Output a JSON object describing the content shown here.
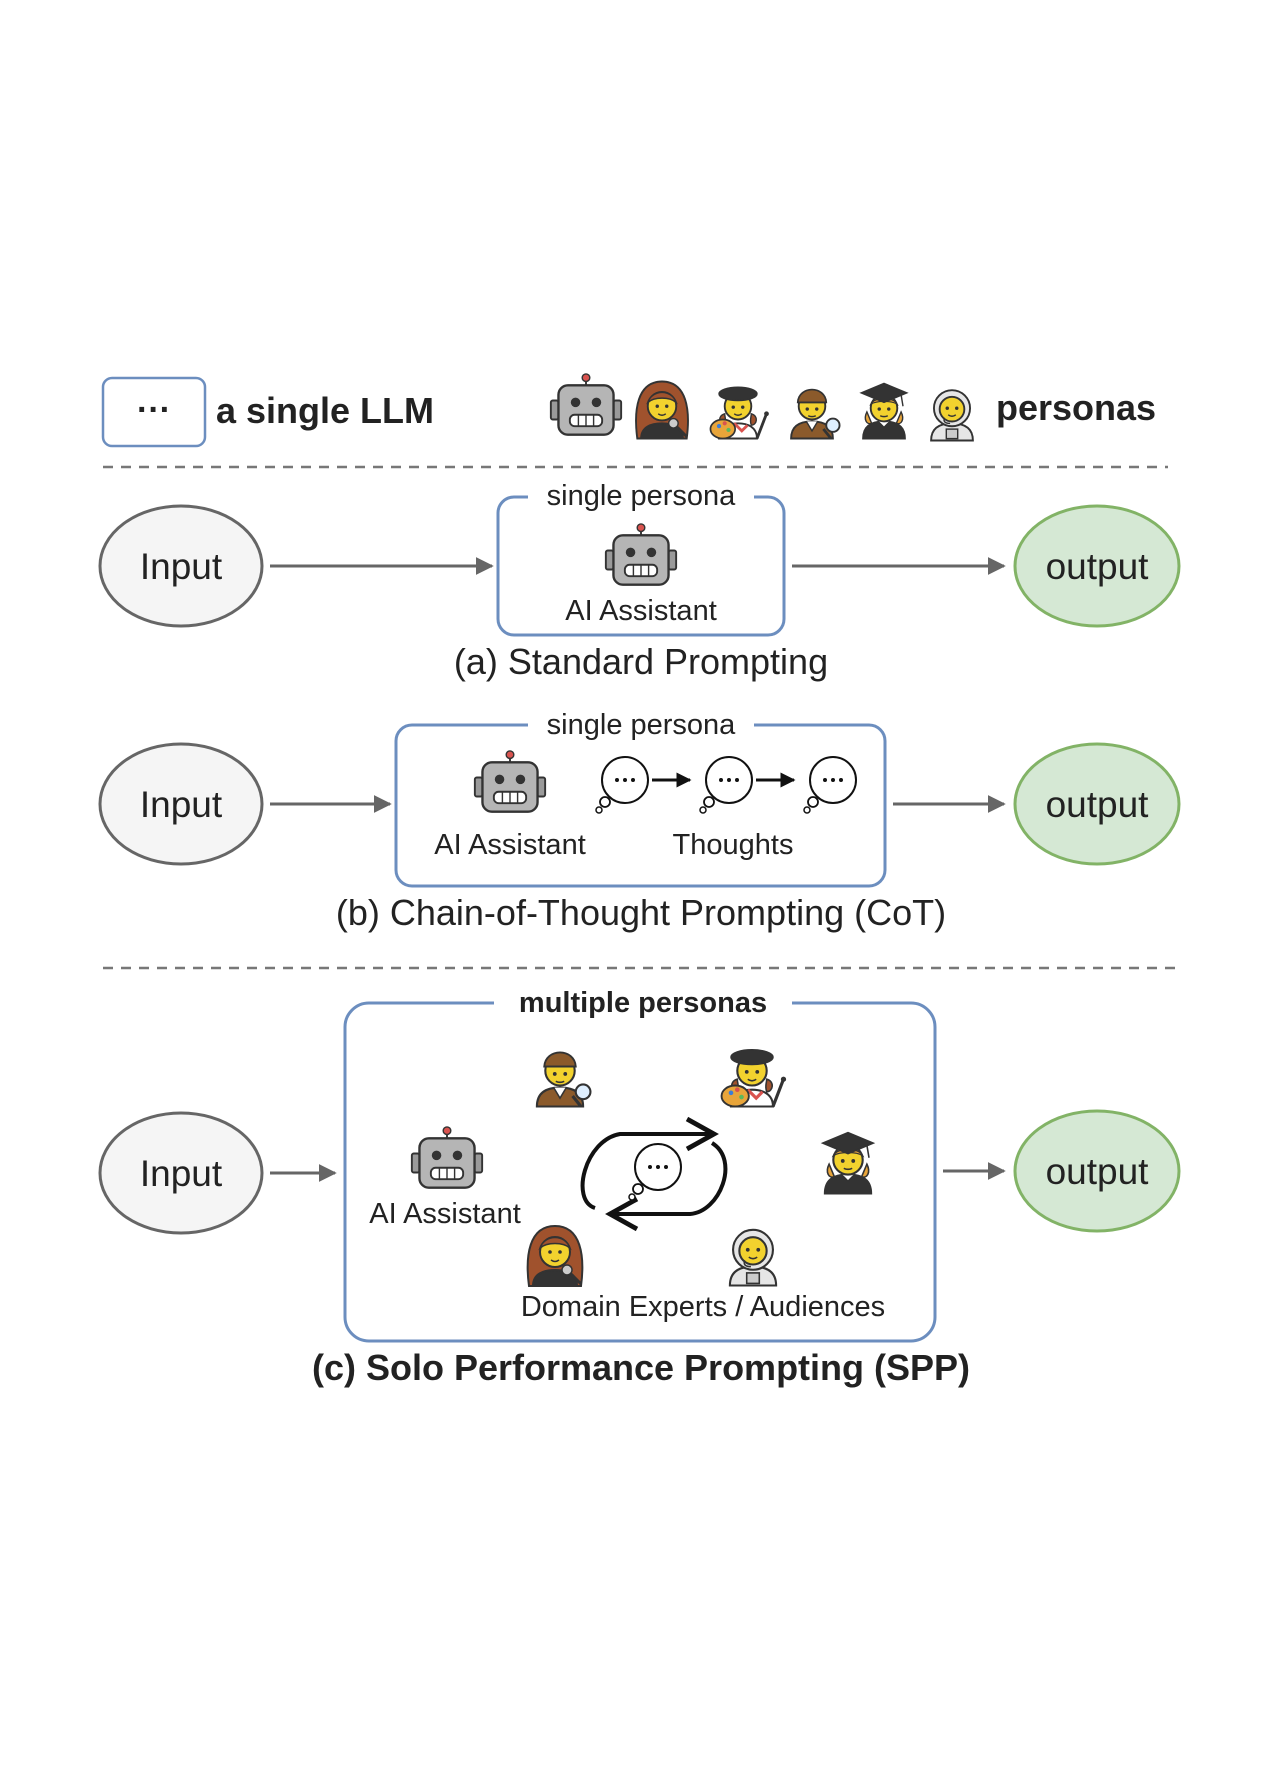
{
  "legend": {
    "llm_box_text": "···",
    "llm_label": "a single LLM",
    "personas_label": "personas",
    "persona_icons": [
      "robot-icon",
      "singer-icon",
      "artist-icon",
      "detective-icon",
      "graduate-icon",
      "astronaut-icon"
    ]
  },
  "standard": {
    "input": "Input",
    "output": "output",
    "box_title": "single persona",
    "agent_label": "AI Assistant",
    "caption": "(a) Standard Prompting"
  },
  "cot": {
    "input": "Input",
    "output": "output",
    "box_title": "single persona",
    "agent_label": "AI Assistant",
    "thoughts_label": "Thoughts",
    "caption": "(b) Chain-of-Thought Prompting (CoT)"
  },
  "spp": {
    "input": "Input",
    "output": "output",
    "box_title": "multiple personas",
    "agent_label": "AI Assistant",
    "experts_label": "Domain Experts / Audiences",
    "caption": "(c) Solo Performance Prompting (SPP)"
  },
  "colors": {
    "box_border": "#6c8ebf",
    "input_fill": "#f5f5f5",
    "input_stroke": "#666666",
    "output_fill": "#d5e8d4",
    "output_stroke": "#82b366",
    "arrow": "#666666",
    "dashed_line": "#777777",
    "skin": "#f2d22e",
    "robot_gray": "#b5b5b5"
  }
}
